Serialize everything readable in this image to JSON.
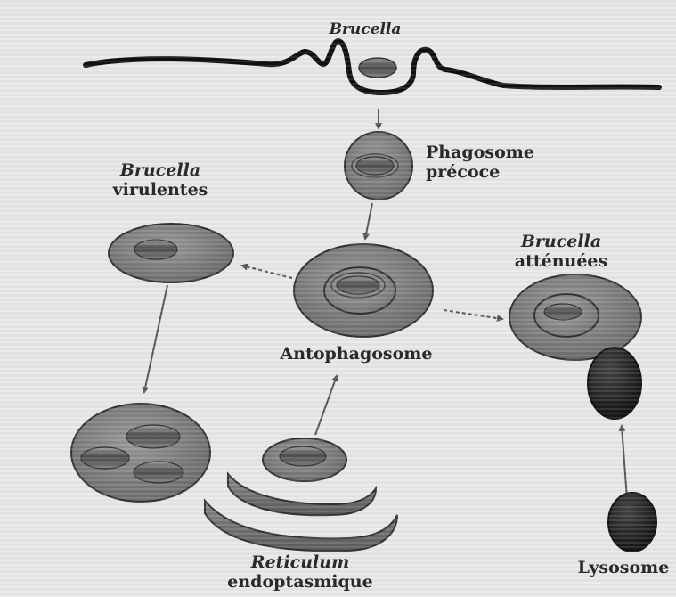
{
  "labels": {
    "top": "Brucella",
    "phagosome": "Phagosome\nprécoce",
    "virulent_title": "Brucella",
    "virulent_sub": "virulentes",
    "attenuated_title": "Brucella",
    "attenuated_sub": "atténuées",
    "autophagosome": "Antophagosome",
    "reticulum_title": "Reticulum",
    "reticulum_sub": "endoptasmique",
    "lysosome": "Lysosome"
  },
  "colors": {
    "cell_fill": "#7a7a7a",
    "membrane": "#2b2b2b",
    "bacterium": "#5a5a5a",
    "lysosome": "#1e1e1e",
    "arrow": "#555555"
  }
}
